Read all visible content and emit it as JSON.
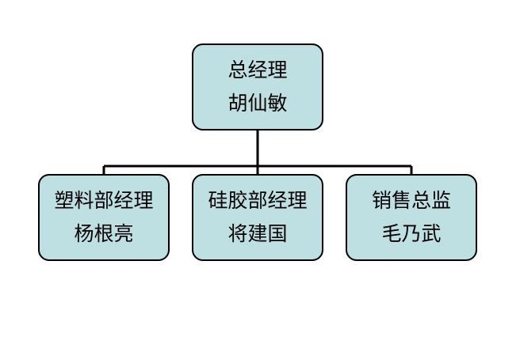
{
  "org_chart": {
    "root": {
      "title": "总经理",
      "name": "胡仙敏"
    },
    "children": [
      {
        "title": "塑料部经理",
        "name": "杨根亮"
      },
      {
        "title": "硅胶部经理",
        "name": "将建国"
      },
      {
        "title": "销售总监",
        "name": "毛乃武"
      }
    ]
  },
  "colors": {
    "node_fill": "#bfe0e3",
    "node_border": "#000000",
    "connector": "#000000",
    "background": "#ffffff"
  }
}
